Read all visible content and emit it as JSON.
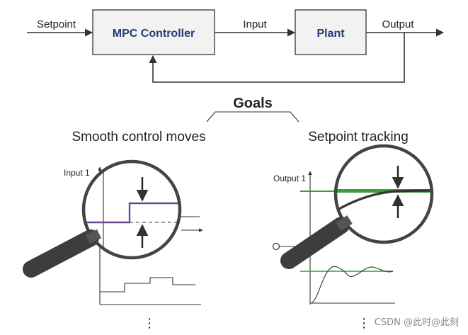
{
  "diagram": {
    "signals": {
      "setpoint": "Setpoint",
      "input": "Input",
      "output": "Output"
    },
    "blocks": {
      "controller": "MPC Controller",
      "plant": "Plant"
    },
    "goals": {
      "title": "Goals",
      "left_goal": "Smooth control moves",
      "right_goal": "Setpoint tracking"
    },
    "plots": {
      "left_axis_label": "Input 1",
      "right_axis_label": "Output 1",
      "ellipsis": "⋮"
    },
    "colors": {
      "block_title": "#1f3f73",
      "input_line": "#6b4a8c",
      "reference_green": "#3a9c3a",
      "magnifier_handle": "#3d3d3d"
    },
    "watermark": "CSDN @此时@此刻"
  }
}
